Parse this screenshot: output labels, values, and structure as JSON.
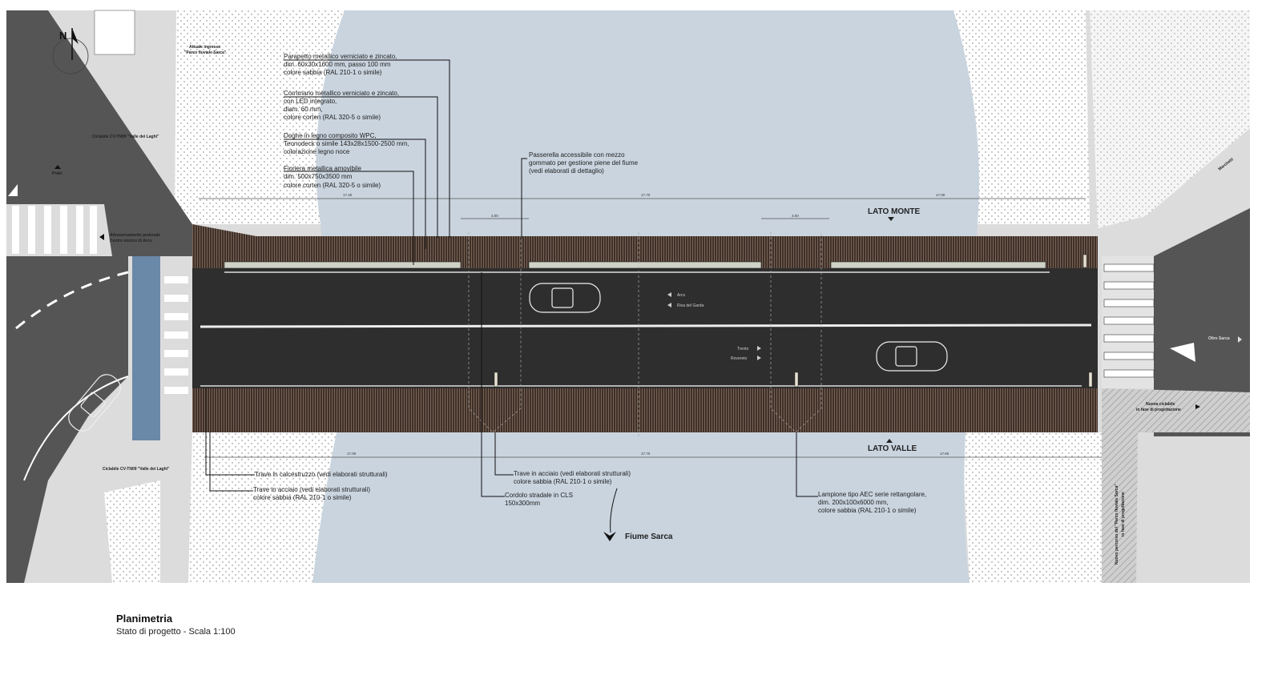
{
  "drawing": {
    "title": "Planimetria",
    "subtitle": "Stato di progetto - Scala 1:100",
    "north": "N",
    "sides": {
      "upstream": "LATO MONTE",
      "downstream": "LATO VALLE"
    },
    "river": "Fiume Sarca",
    "colors": {
      "river": "#c9d4df",
      "asphalt": "#2e2e2e",
      "deck": "#3e3029",
      "ground": "#dcdcdc"
    }
  },
  "annotations": {
    "parapetto": [
      "Parapetto metallico verniciato e zincato,",
      "dim.   60x30x1600 mm, passo 100 mm",
      "colore sabbia (RAL 210-1 o simile)"
    ],
    "corrimano": [
      "Corrimano metallico verniciato e zincato,",
      "con LED integrato,",
      "diam. 60 mm,",
      "colore corten (RAL 320-5 o simile)"
    ],
    "doghe": [
      "Doghe in legno composito WPC,",
      "Teonodeck o simile 143x28x1500-2500 mm,",
      "colorazione legno noce"
    ],
    "fioriera": [
      "Fioriera metallica amovibile",
      "dim.   500x750x3500 mm",
      "colore corten (RAL 320-5 o simile)"
    ],
    "passerella": [
      "Passerella accessibile con mezzo",
      "gommato per gestione piene del fiume",
      "(vedi elaborati di dettaglio)"
    ],
    "trave_cls": [
      "Trave in calcestruzzo (vedi elaborati strutturali)"
    ],
    "trave_acciaio_left": [
      "Trave in acciaio (vedi elaborati strutturali)",
      "colore sabbia (RAL 210-1 o simile)"
    ],
    "trave_acciaio_right": [
      "Trave in acciaio (vedi elaborati strutturali)",
      "colore sabbia (RAL 210-1 o simile)"
    ],
    "cordolo": [
      "Cordolo stradale in CLS",
      "150x300mm"
    ],
    "lampione": [
      "Lampione tipo AEC serie rettangolare,",
      "dim.   200x100x6000 mm,",
      "colore sabbia (RAL 210-1 o simile)"
    ]
  },
  "places": {
    "ciclabile_top": "Ciclabile CV-TN09 \"Valle dei Laghi\"",
    "ciclabile_bottom": "Ciclabile CV-TN09 \"Valle dei Laghi\"",
    "prabi": "Prabi",
    "attraversamento": [
      "Attraversamento pedonale",
      "Centro storico di Arco"
    ],
    "ingresso": [
      "Attuale ingresso",
      "\"Parco fluviale Sarca\""
    ],
    "marchetti": "Marchetti",
    "oltre_sarca": "Oltre Sarca",
    "nuova_ciclabile": [
      "Nuova ciclabile",
      "in fase di progettazione"
    ],
    "nuovo_percorso": [
      "Nuovo percorso del \"Parco fluviale Sarca\"",
      "in fase di progettazione"
    ]
  },
  "road_signs": {
    "arco": "Arco",
    "riva": "Riva del Garda",
    "trento": "Trento",
    "rovereto": "Rovereto"
  },
  "dimensions": {
    "top": [
      "17.40",
      "17.70",
      "17.00"
    ],
    "bottom": [
      "17.00",
      "17.70",
      "17.60"
    ],
    "pier_left": "3.00",
    "pier_right": "3.00"
  }
}
